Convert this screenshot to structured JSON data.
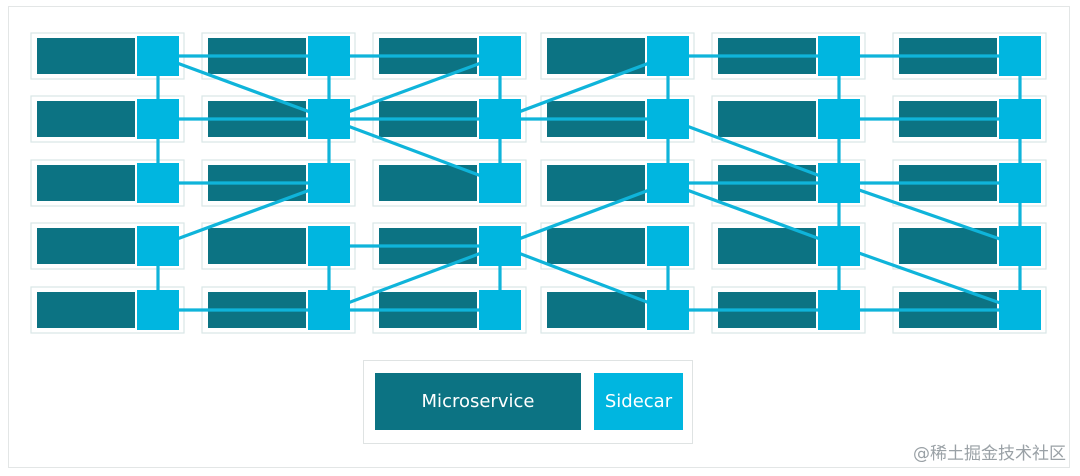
{
  "colors": {
    "microservice": "#0c7383",
    "sidecar": "#00b6e0",
    "link": "#0fb4da",
    "pod_border": "#d9e6e7"
  },
  "grid": {
    "columns": 6,
    "rows": 5
  },
  "links": [
    [
      [
        0,
        0
      ],
      [
        0,
        1
      ]
    ],
    [
      [
        0,
        1
      ],
      [
        0,
        2
      ]
    ],
    [
      [
        0,
        3
      ],
      [
        0,
        4
      ]
    ],
    [
      [
        1,
        0
      ],
      [
        1,
        1
      ]
    ],
    [
      [
        1,
        1
      ],
      [
        1,
        2
      ]
    ],
    [
      [
        1,
        3
      ],
      [
        1,
        4
      ]
    ],
    [
      [
        2,
        0
      ],
      [
        2,
        1
      ]
    ],
    [
      [
        2,
        1
      ],
      [
        2,
        2
      ]
    ],
    [
      [
        2,
        3
      ],
      [
        2,
        4
      ]
    ],
    [
      [
        3,
        0
      ],
      [
        3,
        1
      ]
    ],
    [
      [
        3,
        1
      ],
      [
        3,
        2
      ]
    ],
    [
      [
        3,
        3
      ],
      [
        3,
        4
      ]
    ],
    [
      [
        4,
        0
      ],
      [
        4,
        1
      ]
    ],
    [
      [
        4,
        1
      ],
      [
        4,
        2
      ]
    ],
    [
      [
        4,
        2
      ],
      [
        4,
        3
      ]
    ],
    [
      [
        4,
        3
      ],
      [
        4,
        4
      ]
    ],
    [
      [
        5,
        0
      ],
      [
        5,
        1
      ]
    ],
    [
      [
        5,
        1
      ],
      [
        5,
        2
      ]
    ],
    [
      [
        5,
        2
      ],
      [
        5,
        3
      ]
    ],
    [
      [
        5,
        3
      ],
      [
        5,
        4
      ]
    ],
    [
      [
        0,
        0
      ],
      [
        1,
        0
      ]
    ],
    [
      [
        1,
        0
      ],
      [
        2,
        0
      ]
    ],
    [
      [
        3,
        0
      ],
      [
        4,
        0
      ]
    ],
    [
      [
        4,
        0
      ],
      [
        5,
        0
      ]
    ],
    [
      [
        0,
        1
      ],
      [
        1,
        1
      ]
    ],
    [
      [
        1,
        1
      ],
      [
        2,
        1
      ]
    ],
    [
      [
        2,
        1
      ],
      [
        3,
        1
      ]
    ],
    [
      [
        4,
        1
      ],
      [
        5,
        1
      ]
    ],
    [
      [
        0,
        2
      ],
      [
        1,
        2
      ]
    ],
    [
      [
        3,
        2
      ],
      [
        4,
        2
      ]
    ],
    [
      [
        4,
        2
      ],
      [
        5,
        2
      ]
    ],
    [
      [
        1,
        3
      ],
      [
        2,
        3
      ]
    ],
    [
      [
        0,
        4
      ],
      [
        1,
        4
      ]
    ],
    [
      [
        1,
        4
      ],
      [
        2,
        4
      ]
    ],
    [
      [
        3,
        4
      ],
      [
        4,
        4
      ]
    ],
    [
      [
        4,
        4
      ],
      [
        5,
        4
      ]
    ],
    [
      [
        0,
        0
      ],
      [
        1,
        1
      ]
    ],
    [
      [
        1,
        1
      ],
      [
        2,
        2
      ]
    ],
    [
      [
        1,
        1
      ],
      [
        2,
        0
      ]
    ],
    [
      [
        2,
        1
      ],
      [
        3,
        0
      ]
    ],
    [
      [
        3,
        1
      ],
      [
        4,
        2
      ]
    ],
    [
      [
        0,
        3
      ],
      [
        1,
        2
      ]
    ],
    [
      [
        3,
        2
      ],
      [
        2,
        3
      ]
    ],
    [
      [
        2,
        3
      ],
      [
        1,
        4
      ]
    ],
    [
      [
        2,
        3
      ],
      [
        3,
        4
      ]
    ],
    [
      [
        3,
        2
      ],
      [
        4,
        3
      ]
    ],
    [
      [
        4,
        2
      ],
      [
        5,
        3
      ]
    ],
    [
      [
        4,
        3
      ],
      [
        5,
        4
      ]
    ]
  ],
  "legend": {
    "microservice_label": "Microservice",
    "sidecar_label": "Sidecar"
  },
  "watermark": "@稀土掘金技术社区"
}
